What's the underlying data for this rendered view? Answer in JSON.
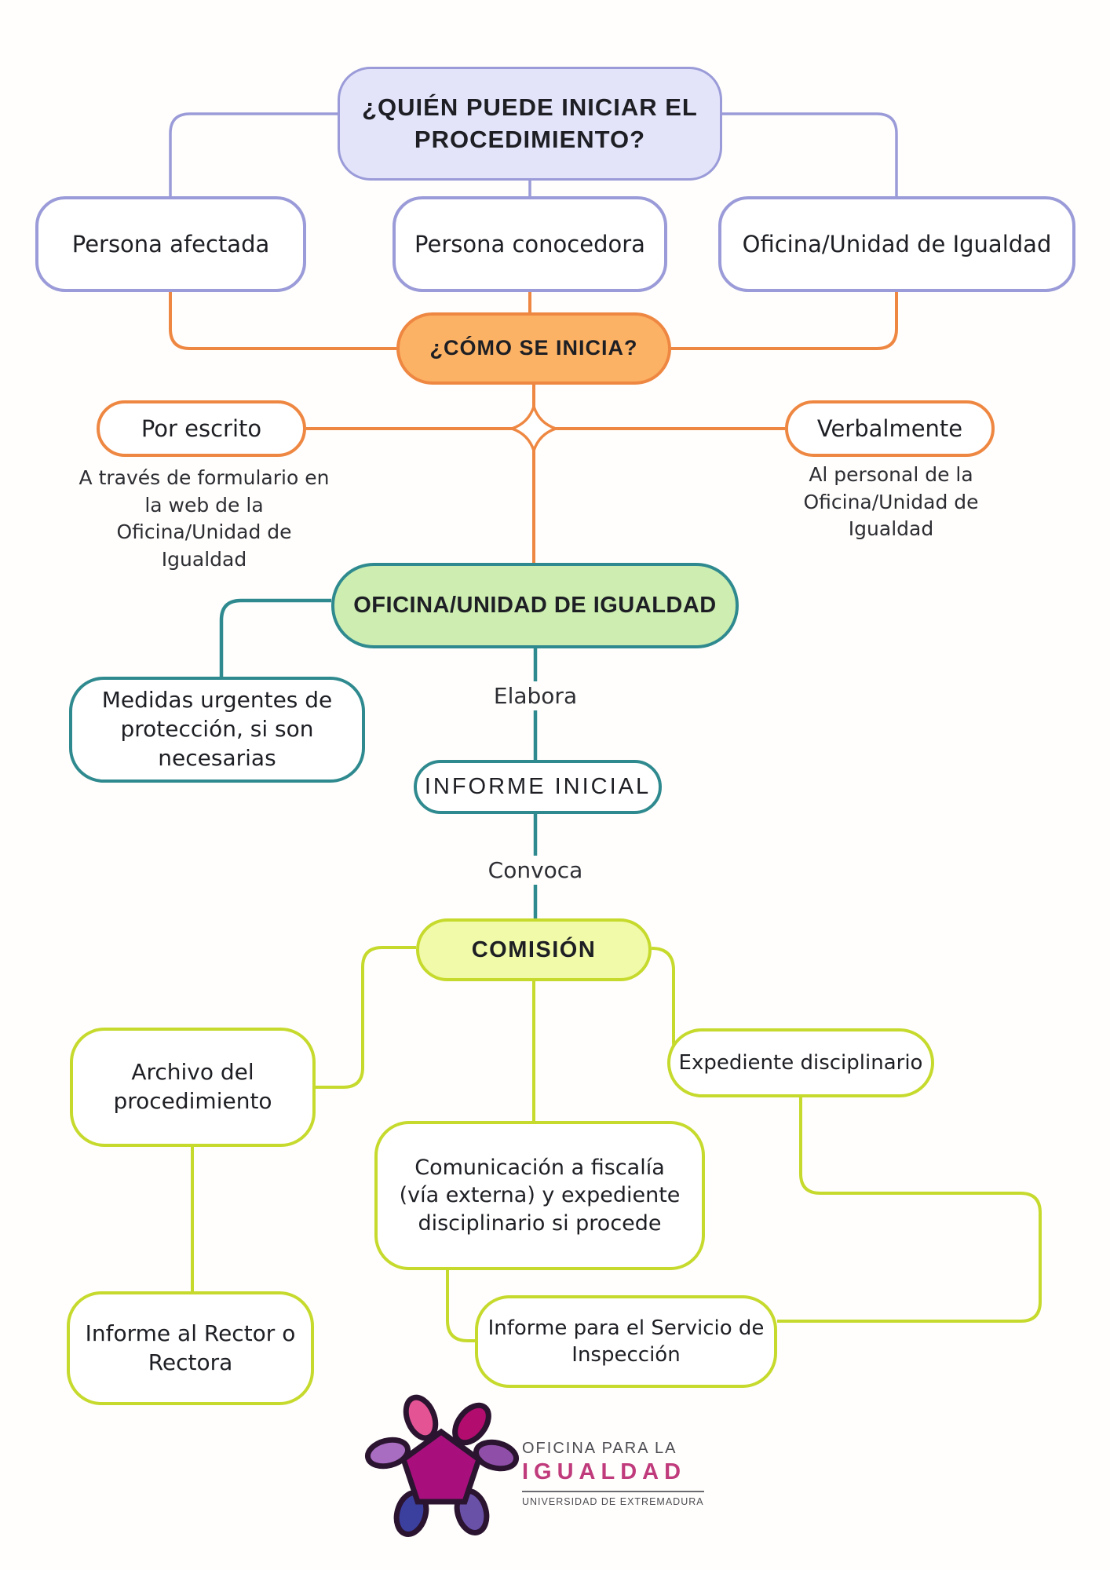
{
  "palette": {
    "purple_border": "#9a9bd8",
    "lavender_fill": "#e3e3fa",
    "orange_border": "#ee8742",
    "orange_fill": "#fcb264",
    "teal_border": "#2f8a8f",
    "green_fill": "#cdedb1",
    "yellow_green_border": "#c6da2d",
    "yellow_green_fill": "#f1faa8",
    "logo_magenta": "#a80f7d",
    "logo_text_pink": "#c03b7c"
  },
  "nodes": {
    "q1": {
      "label": "¿QUIÉN PUEDE INICIAR EL\nPROCEDIMIENTO?"
    },
    "persona_afectada": {
      "label": "Persona afectada"
    },
    "persona_conocedora": {
      "label": "Persona conocedora"
    },
    "oficina_unidad_top": {
      "label": "Oficina/Unidad de Igualdad"
    },
    "como_se_inicia": {
      "label": "¿CÓMO SE INICIA?"
    },
    "por_escrito": {
      "label": "Por escrito"
    },
    "por_escrito_caption": {
      "text": "A través de formulario en\nla web de la\nOficina/Unidad de\nIgualdad"
    },
    "verbalmente": {
      "label": "Verbalmente"
    },
    "verbalmente_caption": {
      "text": "Al personal de la\nOficina/Unidad de\nIgualdad"
    },
    "oficina_unidad_central": {
      "label": "OFICINA/UNIDAD DE IGUALDAD"
    },
    "medidas_urgentes": {
      "label": "Medidas urgentes de\nprotección, si son\nnecesarias"
    },
    "elabora": {
      "label": "Elabora"
    },
    "informe_inicial": {
      "label": "INFORME INICIAL"
    },
    "convoca": {
      "label": "Convoca"
    },
    "comision": {
      "label": "COMISIÓN"
    },
    "archivo": {
      "label": "Archivo del\nprocedimiento"
    },
    "comunicacion_fiscalia": {
      "label": "Comunicación a fiscalía\n(vía externa) y expediente\ndisciplinario si procede"
    },
    "expediente_disciplinario": {
      "label": "Expediente disciplinario"
    },
    "informe_rector": {
      "label": "Informe al Rector o\nRectora"
    },
    "informe_inspeccion": {
      "label": "Informe para el Servicio de\nInspección"
    }
  },
  "logo": {
    "line1": "OFICINA PARA LA",
    "line2": "IGUALDAD",
    "line3": "UNIVERSIDAD DE EXTREMADURA"
  }
}
